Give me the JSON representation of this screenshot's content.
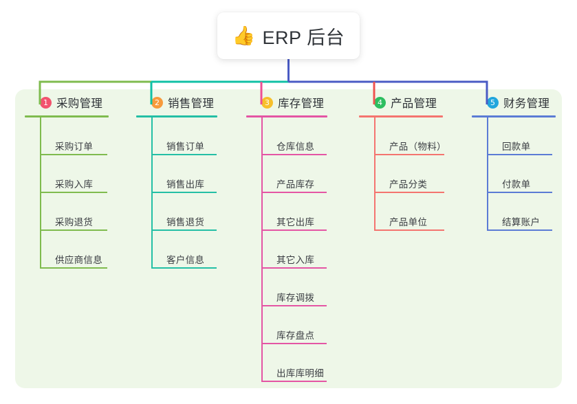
{
  "root": {
    "icon": "thumbs-up-icon",
    "icon_glyph": "👍",
    "title": "ERP 后台"
  },
  "panel": {
    "background_color": "#eef7e8"
  },
  "trunk_color": "#4a5bc4",
  "columns": [
    {
      "number": "1",
      "title": "采购管理",
      "badge_color": "#f2536d",
      "line_color": "#7fbb4e",
      "connector_color": "#7fbb4e",
      "items": [
        "采购订单",
        "采购入库",
        "采购退货",
        "供应商信息"
      ]
    },
    {
      "number": "2",
      "title": "销售管理",
      "badge_color": "#f79a3c",
      "line_color": "#24bfa5",
      "connector_color": "#10c0a5",
      "items": [
        "销售订单",
        "销售出库",
        "销售退货",
        "客户信息"
      ]
    },
    {
      "number": "3",
      "title": "库存管理",
      "badge_color": "#f7c02c",
      "line_color": "#e455a4",
      "connector_color": "#ee4f94",
      "items": [
        "仓库信息",
        "产品库存",
        "其它出库",
        "其它入库",
        "库存调拨",
        "库存盘点",
        "出库库明细"
      ]
    },
    {
      "number": "4",
      "title": "产品管理",
      "badge_color": "#2dbe60",
      "line_color": "#f4746f",
      "connector_color": "#ef5350",
      "items": [
        "产品（物料）",
        "产品分类",
        "产品单位"
      ]
    },
    {
      "number": "5",
      "title": "财务管理",
      "badge_color": "#22a6dd",
      "line_color": "#5b7bd5",
      "connector_color": "#4a5bc4",
      "items": [
        "回款单",
        "付款单",
        "结算账户"
      ]
    }
  ]
}
